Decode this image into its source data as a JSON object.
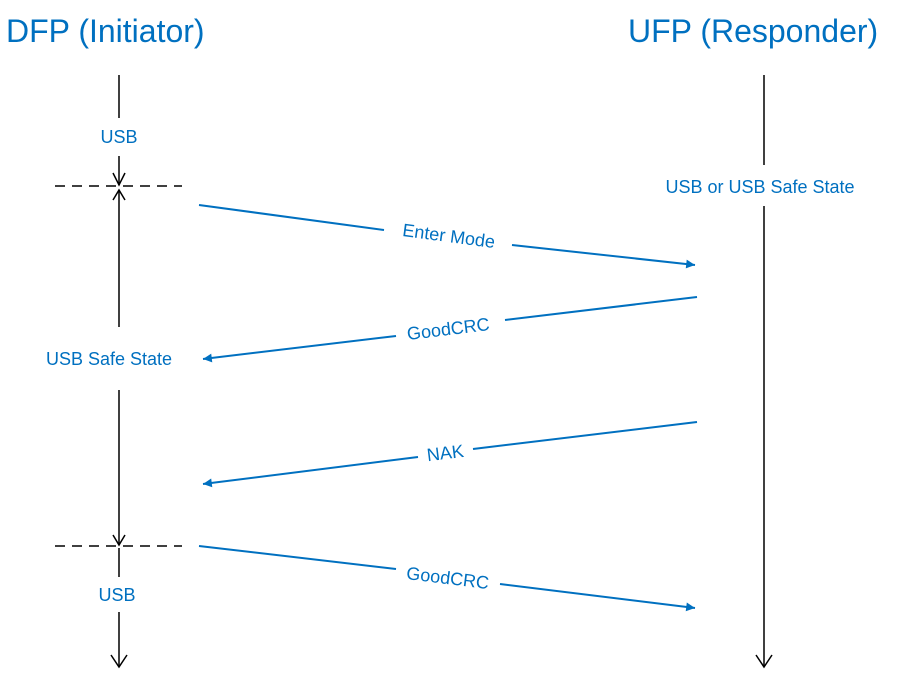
{
  "participants": {
    "initiator": {
      "title": "DFP (Initiator)"
    },
    "responder": {
      "title": "UFP (Responder)"
    }
  },
  "states": {
    "initiator_usb_top": "USB",
    "responder_state": "USB or USB Safe State",
    "initiator_safe": "USB Safe State",
    "initiator_usb_bottom": "USB"
  },
  "messages": [
    {
      "label": "Enter Mode",
      "direction": "to-responder"
    },
    {
      "label": "GoodCRC",
      "direction": "to-initiator"
    },
    {
      "label": "NAK",
      "direction": "to-initiator"
    },
    {
      "label": "GoodCRC",
      "direction": "to-responder"
    }
  ],
  "colors": {
    "accent": "#0070c0",
    "line": "#000000",
    "background": "#ffffff"
  }
}
